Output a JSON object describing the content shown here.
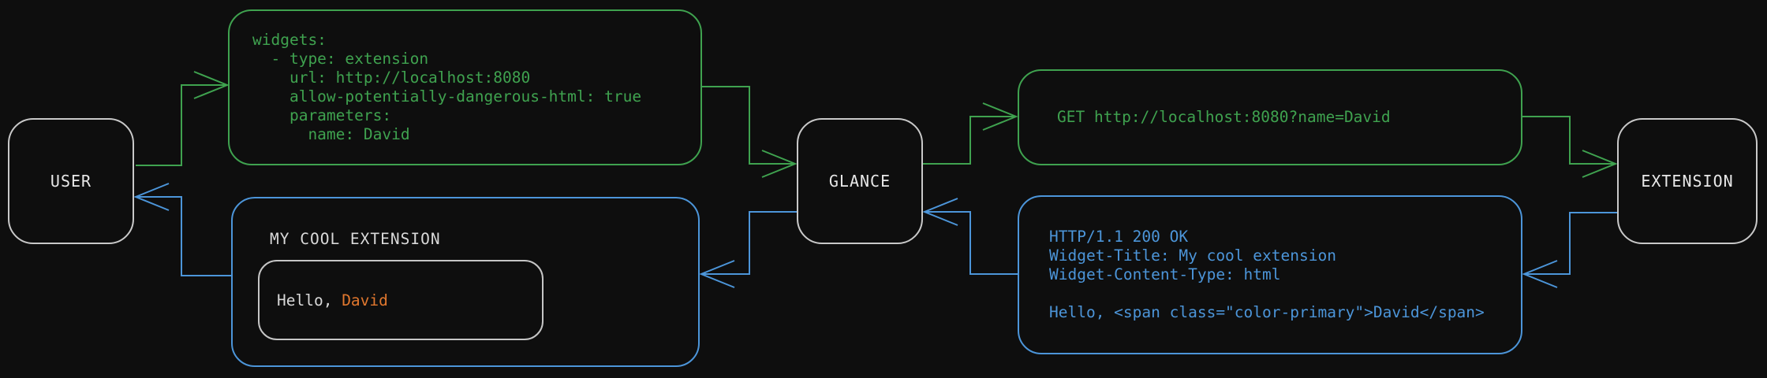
{
  "diagram": {
    "nodes": {
      "user": {
        "label": "USER"
      },
      "glance": {
        "label": "GLANCE"
      },
      "extension": {
        "label": "EXTENSION"
      }
    },
    "messages": {
      "config_yaml": "widgets:\n  - type: extension\n    url: http://localhost:8080\n    allow-potentially-dangerous-html: true\n    parameters:\n      name: David",
      "http_request": "GET http://localhost:8080?name=David",
      "http_response": "HTTP/1.1 200 OK\nWidget-Title: My cool extension\nWidget-Content-Type: html\n\nHello, <span class=\"color-primary\">David</span>"
    },
    "widget": {
      "title": "MY COOL EXTENSION",
      "hello_prefix": "Hello, ",
      "hello_name": "David"
    },
    "colors": {
      "request_wire": "#3fa24f",
      "response_wire": "#4c95d9",
      "accent_name": "#e0772e",
      "node_border": "#c9c9c9",
      "background": "#0e0e0e"
    }
  }
}
